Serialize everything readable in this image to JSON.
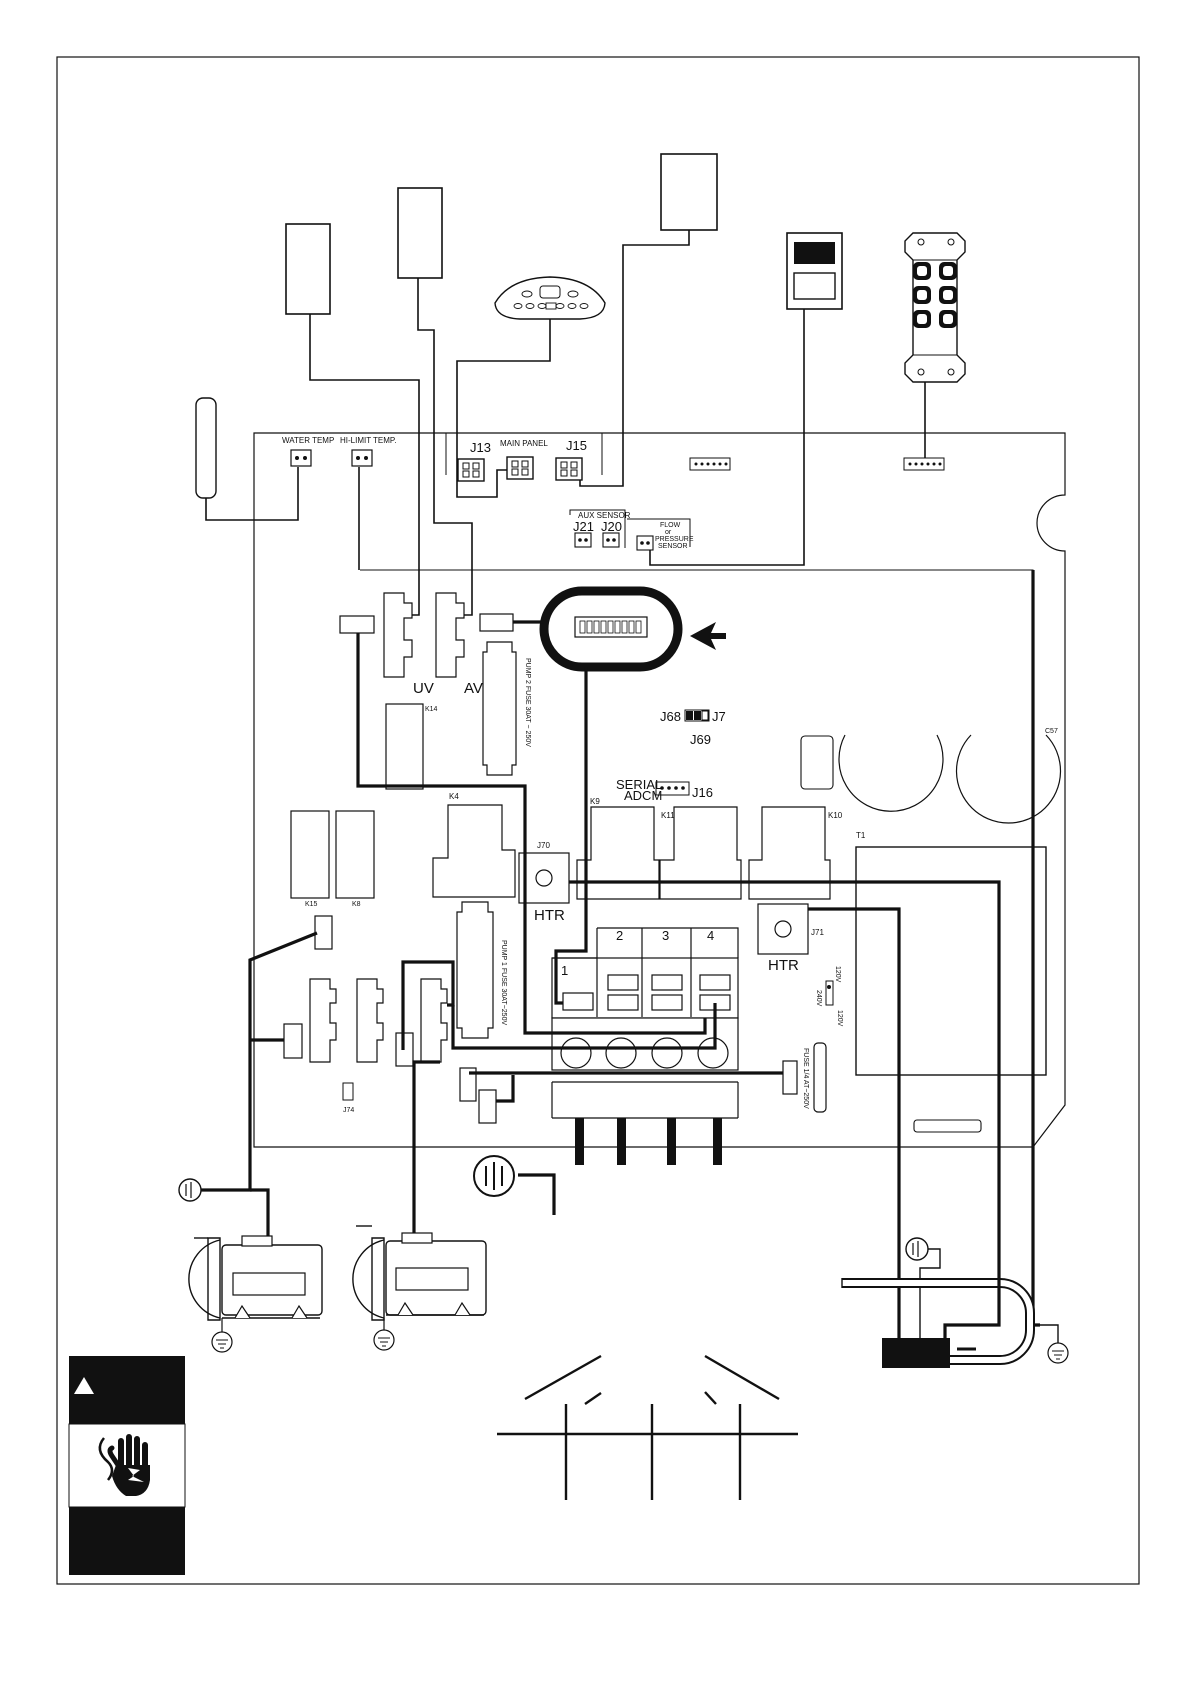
{
  "labels": {
    "water_temp": "WATER TEMP",
    "hi_limit_temp": "HI-LIMIT TEMP.",
    "j13": "J13",
    "main_panel": "MAIN PANEL",
    "j15": "J15",
    "aux_sensor": "AUX SENSOR",
    "j21": "J21",
    "j20": "J20",
    "flow_1": "FLOW",
    "flow_2": "or",
    "flow_3": "PRESSURE",
    "flow_4": "SENSOR",
    "uv": "UV",
    "av": "AV",
    "k14": "K14",
    "pump2_fuse": "PUMP 2 FUSE 30AT ~ 250V",
    "j68": "J68",
    "j7": "J7",
    "j69": "J69",
    "c57": "C57",
    "serial_1": "SERIAL",
    "serial_2": "ADCM",
    "j16": "J16",
    "k4": "K4",
    "k9": "K9",
    "k11": "K11",
    "k10": "K10",
    "t1": "T1",
    "j70": "J70",
    "htr_1": "HTR",
    "j71": "J71",
    "htr_2": "HTR",
    "k15": "K15",
    "k8": "K8",
    "pump1_fuse": "PUMP 1 FUSE 30AT~250V",
    "term_1": "1",
    "term_2": "2",
    "term_3": "3",
    "term_4": "4",
    "v120": "120V",
    "v240": "240V",
    "v_sw": "120V",
    "fuse_small": "FUSE 1/4 AT~250V",
    "j74": "J74"
  }
}
